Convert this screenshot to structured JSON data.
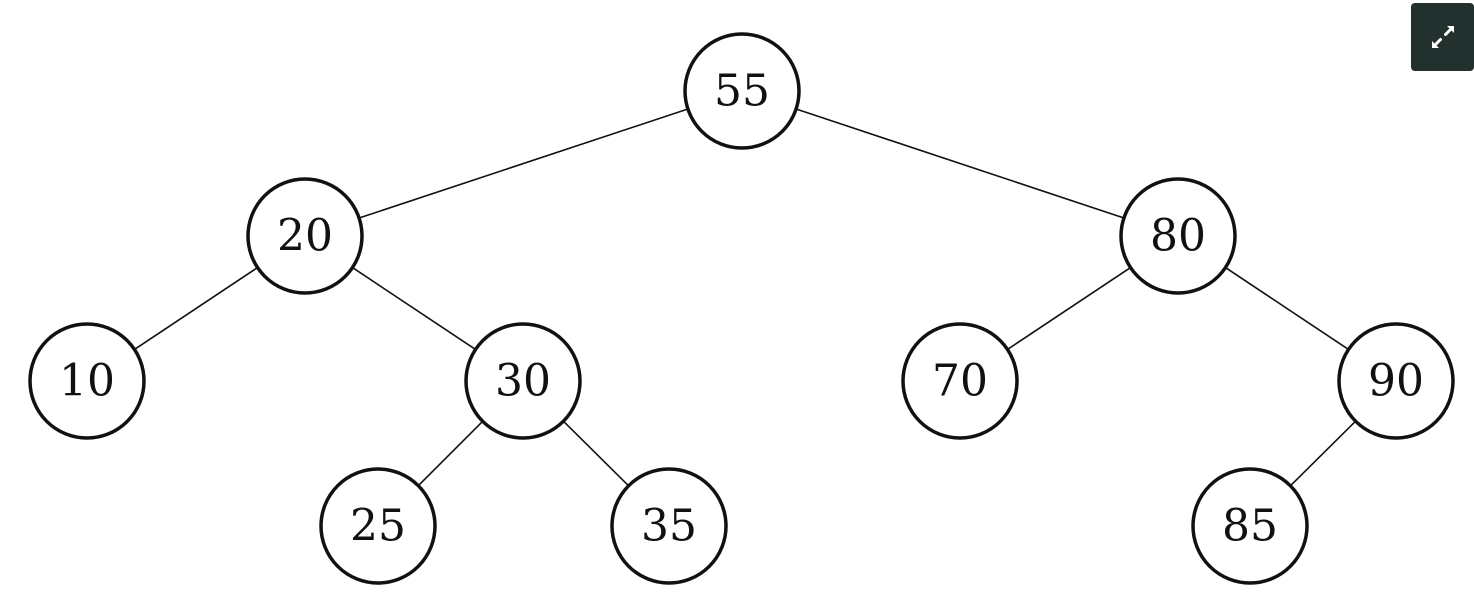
{
  "tree": {
    "nodes": [
      {
        "id": "n55",
        "label": "55"
      },
      {
        "id": "n20",
        "label": "20"
      },
      {
        "id": "n80",
        "label": "80"
      },
      {
        "id": "n10",
        "label": "10"
      },
      {
        "id": "n30",
        "label": "30"
      },
      {
        "id": "n70",
        "label": "70"
      },
      {
        "id": "n90",
        "label": "90"
      },
      {
        "id": "n25",
        "label": "25"
      },
      {
        "id": "n35",
        "label": "35"
      },
      {
        "id": "n85",
        "label": "85"
      }
    ],
    "edges": [
      {
        "from": "n55",
        "to": "n20"
      },
      {
        "from": "n55",
        "to": "n80"
      },
      {
        "from": "n20",
        "to": "n10"
      },
      {
        "from": "n20",
        "to": "n30"
      },
      {
        "from": "n80",
        "to": "n70"
      },
      {
        "from": "n80",
        "to": "n90"
      },
      {
        "from": "n30",
        "to": "n25"
      },
      {
        "from": "n30",
        "to": "n35"
      },
      {
        "from": "n90",
        "to": "n85"
      }
    ]
  },
  "expand_button": {
    "icon": "expand-icon",
    "background_color": "#22302e"
  }
}
